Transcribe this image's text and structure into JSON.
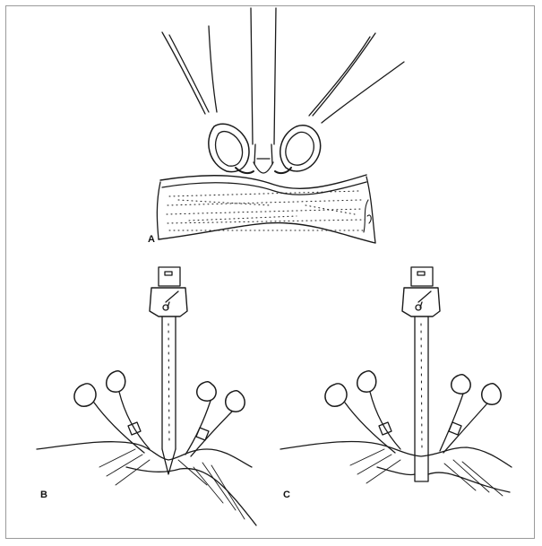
{
  "figure": {
    "panels": [
      {
        "label": "A",
        "content": "forceps-lifting-tissue-with-trocar"
      },
      {
        "label": "B",
        "content": "trocar-insertion-with-two-forceps-sharp-tip"
      },
      {
        "label": "C",
        "content": "trocar-insertion-with-two-forceps-blunt-sheath"
      }
    ],
    "colors": {
      "ink": "#1a1a1a",
      "background": "#ffffff",
      "frame": "#9a9a9a"
    }
  }
}
